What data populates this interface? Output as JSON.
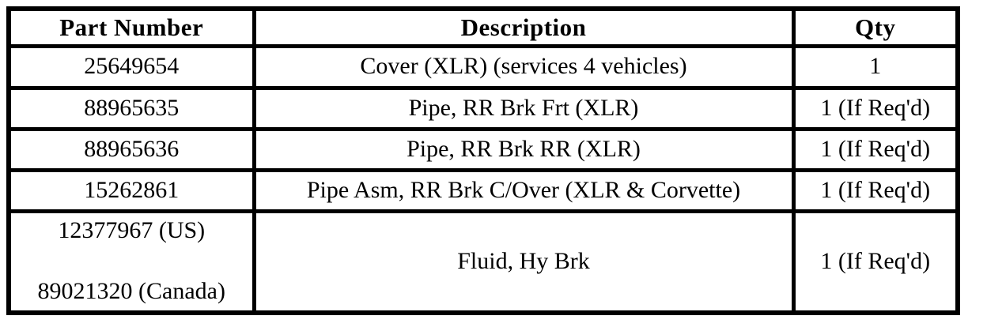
{
  "page": {
    "background_color": "#ffffff",
    "text_color": "#000000",
    "border_color": "#000000"
  },
  "table": {
    "columns": [
      {
        "label": "Part Number"
      },
      {
        "label": "Description"
      },
      {
        "label": "Qty"
      }
    ],
    "rows": [
      {
        "part_numbers": [
          "25649654"
        ],
        "description": "Cover (XLR) (services 4 vehicles)",
        "qty": "1"
      },
      {
        "part_numbers": [
          "88965635"
        ],
        "description": "Pipe, RR Brk Frt (XLR)",
        "qty": "1 (If Req'd)"
      },
      {
        "part_numbers": [
          "88965636"
        ],
        "description": "Pipe, RR Brk RR (XLR)",
        "qty": "1 (If Req'd)"
      },
      {
        "part_numbers": [
          "15262861"
        ],
        "description": "Pipe Asm, RR Brk C/Over (XLR & Corvette)",
        "qty": "1 (If Req'd)"
      },
      {
        "part_numbers": [
          "12377967 (US)",
          "89021320 (Canada)"
        ],
        "description": "Fluid, Hy Brk",
        "qty": "1 (If Req'd)"
      }
    ]
  }
}
